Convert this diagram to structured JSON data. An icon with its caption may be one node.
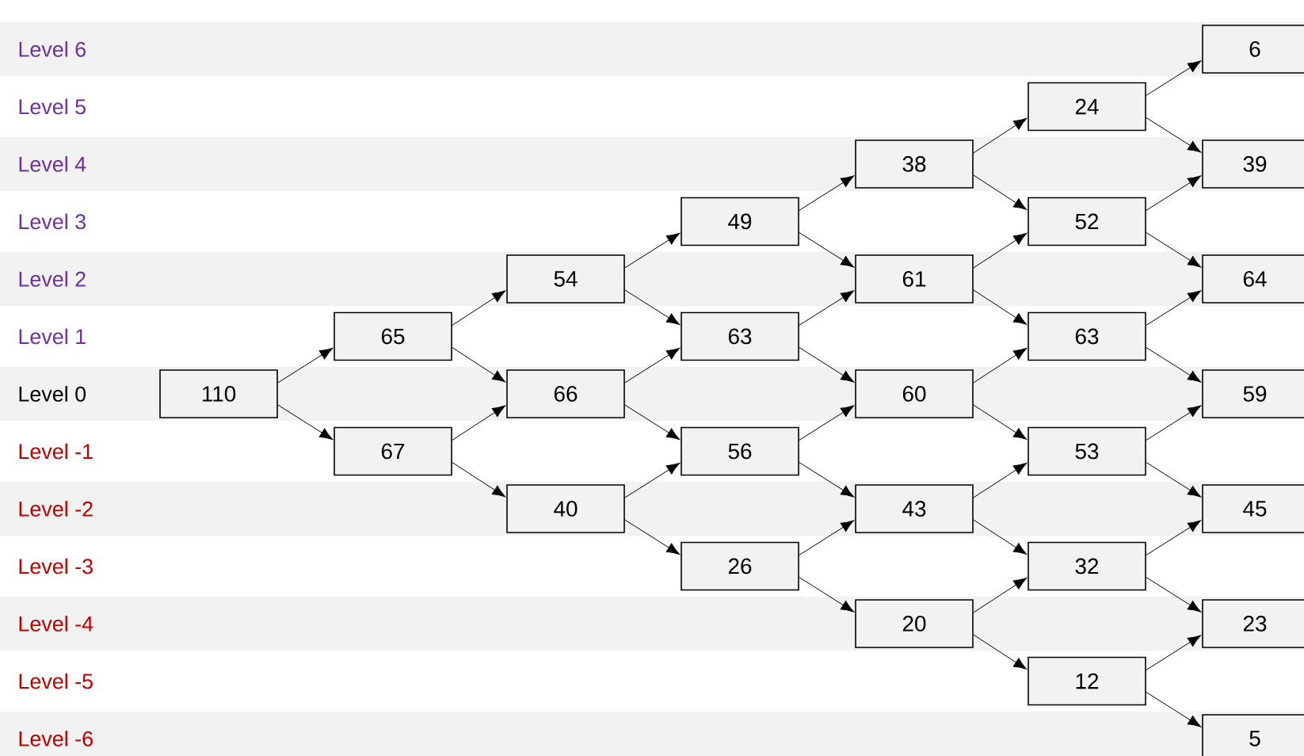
{
  "diagram": {
    "nodes": [
      {
        "text": [
          "110"
        ]
      },
      {
        "text": [
          "65"
        ]
      },
      {
        "text": [
          "67"
        ]
      },
      {
        "text": [
          "54"
        ]
      },
      {
        "text": [
          "66"
        ]
      },
      {
        "text": [
          "40"
        ]
      },
      {
        "text": [
          "49"
        ]
      },
      {
        "text": [
          "63"
        ]
      },
      {
        "text": [
          "56"
        ]
      },
      {
        "text": [
          "26"
        ]
      },
      {
        "text": [
          "38"
        ]
      },
      {
        "text": [
          "61"
        ]
      },
      {
        "text": [
          "60"
        ]
      },
      {
        "text": [
          "43"
        ]
      },
      {
        "text": [
          "20"
        ]
      },
      {
        "text": [
          "24"
        ]
      },
      {
        "text": [
          "52"
        ]
      },
      {
        "text": [
          "63"
        ]
      },
      {
        "text": [
          "53"
        ]
      },
      {
        "text": [
          "32"
        ]
      },
      {
        "text": [
          "12"
        ]
      },
      {
        "text": [
          "6"
        ]
      },
      {
        "text": [
          "39"
        ]
      },
      {
        "text": [
          "64"
        ]
      },
      {
        "text": [
          "59"
        ]
      },
      {
        "text": [
          "45"
        ]
      },
      {
        "text": [
          "23"
        ]
      },
      {
        "text": [
          "5"
        ]
      }
    ],
    "edges": [
      {
        "from": 0,
        "to": 1,
        "arrow": "to"
      },
      {
        "from": 0,
        "to": 2,
        "arrow": "to"
      },
      {
        "from": 1,
        "to": 3,
        "arrow": "to"
      },
      {
        "from": 1,
        "to": 4,
        "arrow": "to"
      },
      {
        "from": 2,
        "to": 4,
        "arrow": "to"
      },
      {
        "from": 2,
        "to": 5,
        "arrow": "to"
      },
      {
        "from": 3,
        "to": 6,
        "arrow": "to"
      },
      {
        "from": 3,
        "to": 7,
        "arrow": "to"
      },
      {
        "from": 4,
        "to": 7,
        "arrow": "to"
      },
      {
        "from": 4,
        "to": 8,
        "arrow": "to"
      },
      {
        "from": 5,
        "to": 8,
        "arrow": "to"
      },
      {
        "from": 5,
        "to": 9,
        "arrow": "to"
      },
      {
        "from": 6,
        "to": 10,
        "arrow": "to"
      },
      {
        "from": 6,
        "to": 11,
        "arrow": "to"
      },
      {
        "from": 7,
        "to": 11,
        "arrow": "to"
      },
      {
        "from": 7,
        "to": 12,
        "arrow": "to"
      },
      {
        "from": 8,
        "to": 12,
        "arrow": "to"
      },
      {
        "from": 8,
        "to": 13,
        "arrow": "to"
      },
      {
        "from": 9,
        "to": 13,
        "arrow": "to"
      },
      {
        "from": 9,
        "to": 14,
        "arrow": "to"
      },
      {
        "from": 10,
        "to": 15,
        "arrow": "to"
      },
      {
        "from": 10,
        "to": 16,
        "arrow": "to"
      },
      {
        "from": 11,
        "to": 16,
        "arrow": "to"
      },
      {
        "from": 11,
        "to": 17,
        "arrow": "to"
      },
      {
        "from": 12,
        "to": 17,
        "arrow": "to"
      },
      {
        "from": 12,
        "to": 18,
        "arrow": "to"
      },
      {
        "from": 13,
        "to": 18,
        "arrow": "to"
      },
      {
        "from": 13,
        "to": 19,
        "arrow": "to"
      },
      {
        "from": 14,
        "to": 19,
        "arrow": "to"
      },
      {
        "from": 14,
        "to": 20,
        "arrow": "to"
      },
      {
        "from": 15,
        "to": 21,
        "arrow": "to"
      },
      {
        "from": 15,
        "to": 22,
        "arrow": "to"
      },
      {
        "from": 16,
        "to": 22,
        "arrow": "to"
      },
      {
        "from": 16,
        "to": 23,
        "arrow": "to"
      },
      {
        "from": 17,
        "to": 23,
        "arrow": "to"
      },
      {
        "from": 17,
        "to": 24,
        "arrow": "to"
      },
      {
        "from": 18,
        "to": 24,
        "arrow": "to"
      },
      {
        "from": 18,
        "to": 25,
        "arrow": "to"
      },
      {
        "from": 19,
        "to": 25,
        "arrow": "to"
      },
      {
        "from": 19,
        "to": 26,
        "arrow": "to"
      },
      {
        "from": 20,
        "to": 26,
        "arrow": "to"
      },
      {
        "from": 20,
        "to": 27,
        "arrow": "to"
      }
    ],
    "labels": [
      "Level 6",
      "Level 5",
      "Level 4",
      "Level 3",
      "Level 2",
      "Level 1",
      "Level 0",
      "Level -1",
      "Level -2",
      "Level -3",
      "Level -4",
      "Level -5",
      "Level -6"
    ]
  }
}
